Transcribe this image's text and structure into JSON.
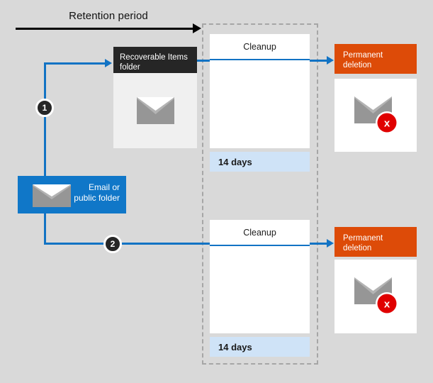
{
  "diagram": {
    "title": "Retention period",
    "background_color": "#d9d9d9"
  },
  "colors": {
    "accent_blue": "#1273c4",
    "source_blue": "#1077c8",
    "deletion_orange": "#dd4b08",
    "header_dark": "#262626",
    "days_bar_blue": "#cfe3f7",
    "envelope_grey": "#969696",
    "delete_badge_red": "#e00000"
  },
  "retention": {
    "label": "Retention period",
    "arrow_direction": "right"
  },
  "steps": [
    {
      "number": "1"
    },
    {
      "number": "2"
    }
  ],
  "source": {
    "label": "Email or\npublic folder",
    "label_line1": "Email or",
    "label_line2": "public folder",
    "icon": "envelope-icon"
  },
  "recoverable_items": {
    "header_line1": "Recoverable Items",
    "header_line2": "folder",
    "icon": "envelope-icon"
  },
  "flows": [
    {
      "id": "flow-top",
      "cleanup": {
        "title": "Cleanup",
        "duration": "14 days"
      },
      "deletion": {
        "header_line1": "Permanent",
        "header_line2": "deletion",
        "icon": "envelope-deleted-icon"
      }
    },
    {
      "id": "flow-bottom",
      "cleanup": {
        "title": "Cleanup",
        "duration": "14 days"
      },
      "deletion": {
        "header_line1": "Permanent",
        "header_line2": "deletion",
        "icon": "envelope-deleted-icon"
      }
    }
  ]
}
